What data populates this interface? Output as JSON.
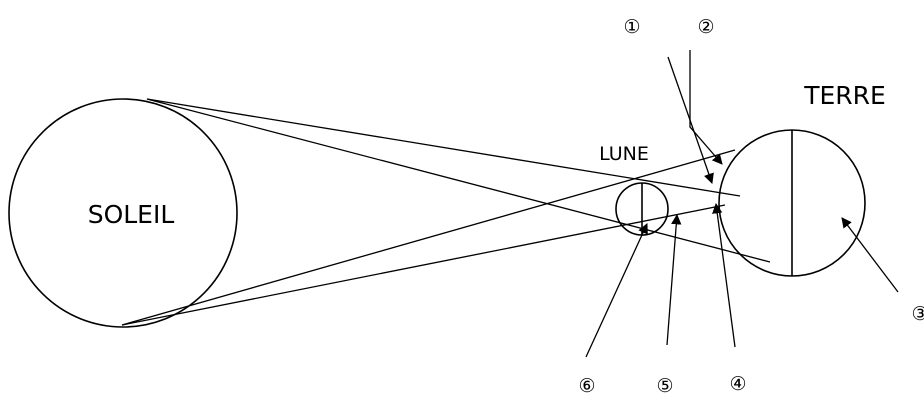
{
  "labels": {
    "sun": "SOLEIL",
    "moon": "LUNE",
    "earth": "TERRE"
  },
  "markers": [
    "①",
    "②",
    "③",
    "④",
    "⑤",
    "⑥"
  ]
}
